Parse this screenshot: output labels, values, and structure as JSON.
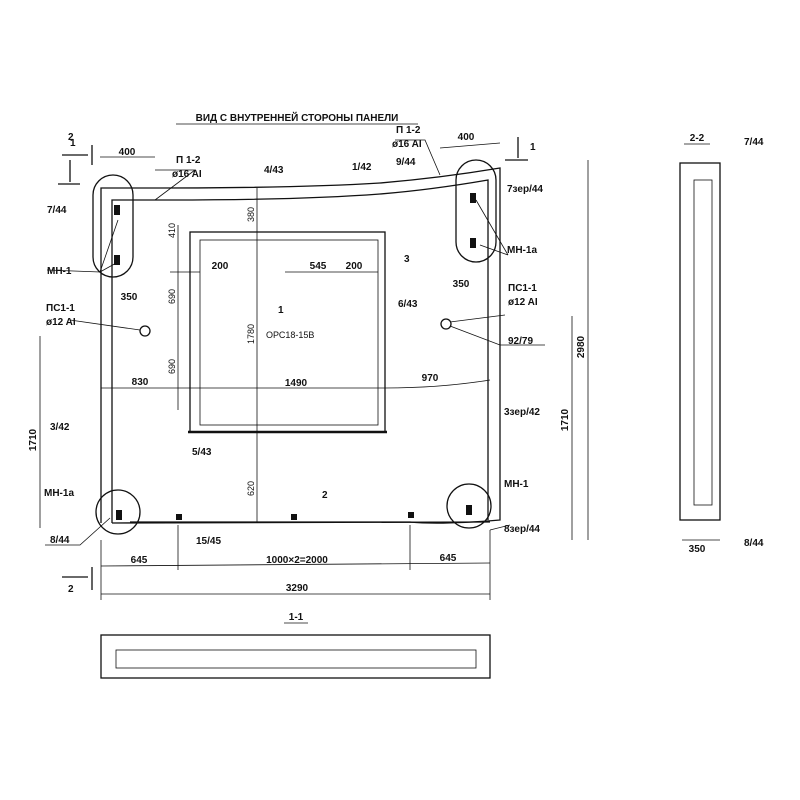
{
  "title": "ВИД С ВНУТРЕННЕЙ СТОРОНЫ ПАНЕЛИ",
  "sections": {
    "s1_left": "1",
    "s1_right": "1",
    "s2_top": "2",
    "s2_bottom": "2",
    "s11": "1-1",
    "s22": "2-2"
  },
  "dims": {
    "top_left_400": "400",
    "top_right_400": "400",
    "d380": "380",
    "d410": "410",
    "d200a": "200",
    "d545": "545",
    "d200b": "200",
    "d350_left": "350",
    "d350_right": "350",
    "d690a": "690",
    "d690b": "690",
    "d1780": "1780",
    "d830": "830",
    "d1490": "1490",
    "d970": "970",
    "d620": "620",
    "d645_left": "645",
    "d2000": "1000×2=2000",
    "d645_right": "645",
    "d3290": "3290",
    "d1710_left": "1710",
    "d1710_right": "1710",
    "d2980": "2980",
    "d350_section": "350"
  },
  "labels": {
    "p12_left_a": "П 1-2",
    "p12_left_b": "ø16 AI",
    "p12_right_a": "П 1-2",
    "p12_right_b": "ø16 AI",
    "l4_43": "4/43",
    "l1_42": "1/42",
    "l9_44": "9/44",
    "l7_44": "7/44",
    "l7zer_44": "7зер/44",
    "mn1_left": "МН-1",
    "mn1a_right": "МН-1а",
    "l3": "3",
    "ps_left_a": "ПС1-1",
    "ps_left_b": "ø12 AI",
    "ps_right_a": "ПС1-1",
    "ps_right_b": "ø12 AI",
    "l6_43": "6/43",
    "l92_79": "92/79",
    "window_no": "1",
    "window_mark": "ОРС18-15В",
    "l3_42": "3/42",
    "l3zer_42": "3зер/42",
    "l5_43": "5/43",
    "mn1a_left": "МН-1а",
    "mn1_right": "МН-1",
    "l2": "2",
    "l8_44": "8/44",
    "l15_45": "15/45",
    "l8zer_44": "8зер/44",
    "sec_7_44": "7/44",
    "sec_8_44": "8/44"
  }
}
